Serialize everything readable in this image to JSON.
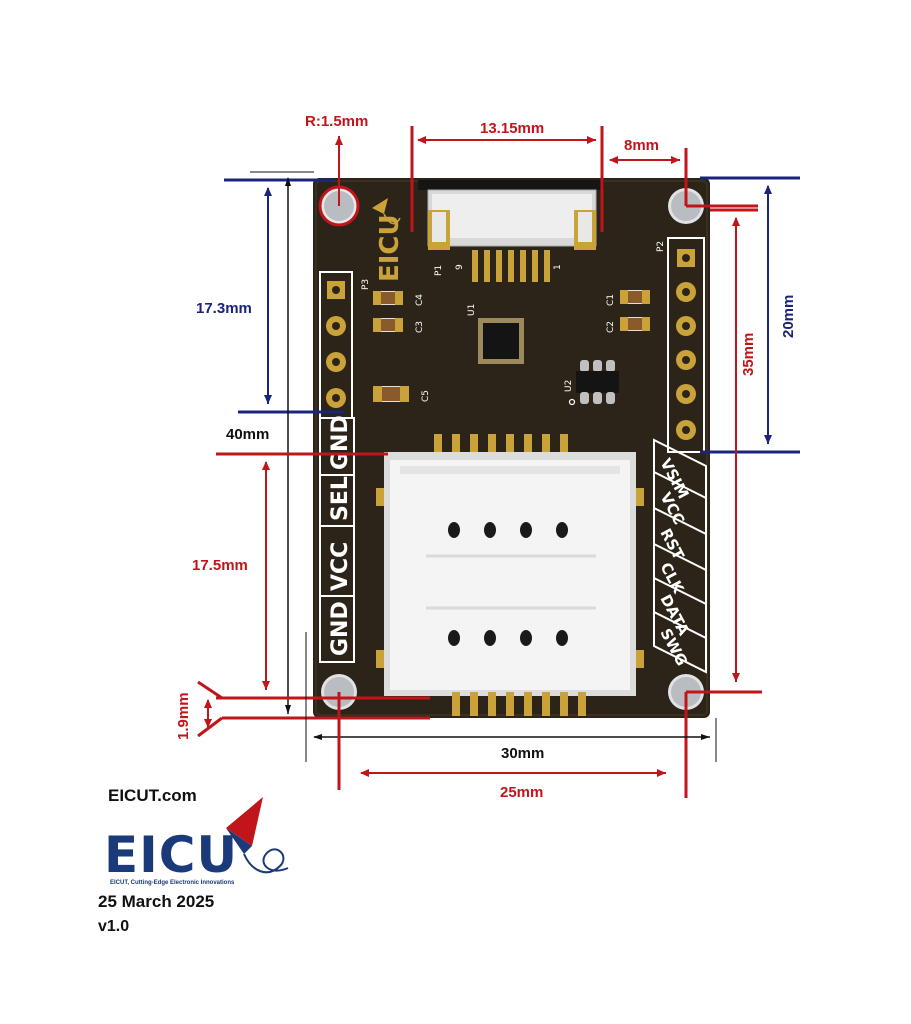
{
  "dimensions": {
    "hole_radius": "R:1.5mm",
    "connector_width": "13.15mm",
    "hole_offset": "8mm",
    "left_top_span": "17.3mm",
    "right_hole_span": "20mm",
    "right_full_span": "35mm",
    "board_height": "40mm",
    "left_bottom_span": "17.5mm",
    "bottom_offset": "1.9mm",
    "board_width": "30mm",
    "hole_spacing": "25mm"
  },
  "board": {
    "colors": {
      "pcb": "#2c2418",
      "silk": "#ffffff",
      "pad": "#c9a23a",
      "hole": "#b9bcc0",
      "red_dim": "#c0161b",
      "blue_dim": "#1a237e"
    },
    "designators": {
      "p1": "P1",
      "p2": "P2",
      "p3": "P3",
      "u1": "U1",
      "u2": "U2",
      "c1": "C1",
      "c2": "C2",
      "c3": "C3",
      "c4": "C4",
      "c5": "C5",
      "pin9": "9",
      "pin1": "1"
    },
    "logo_text": "EICU",
    "left_pins": [
      "GND",
      "SEL",
      "VCC",
      "GND"
    ],
    "right_pins": [
      "VSIM",
      "VCC",
      "RST",
      "CLK",
      "DATA",
      "SWG"
    ]
  },
  "brand": {
    "site": "EICUT.com",
    "logo_text": "EICU",
    "tagline": "EICUT, Cutting-Edge Electronic Innovations",
    "date": "25 March 2025",
    "version": "v1.0"
  }
}
